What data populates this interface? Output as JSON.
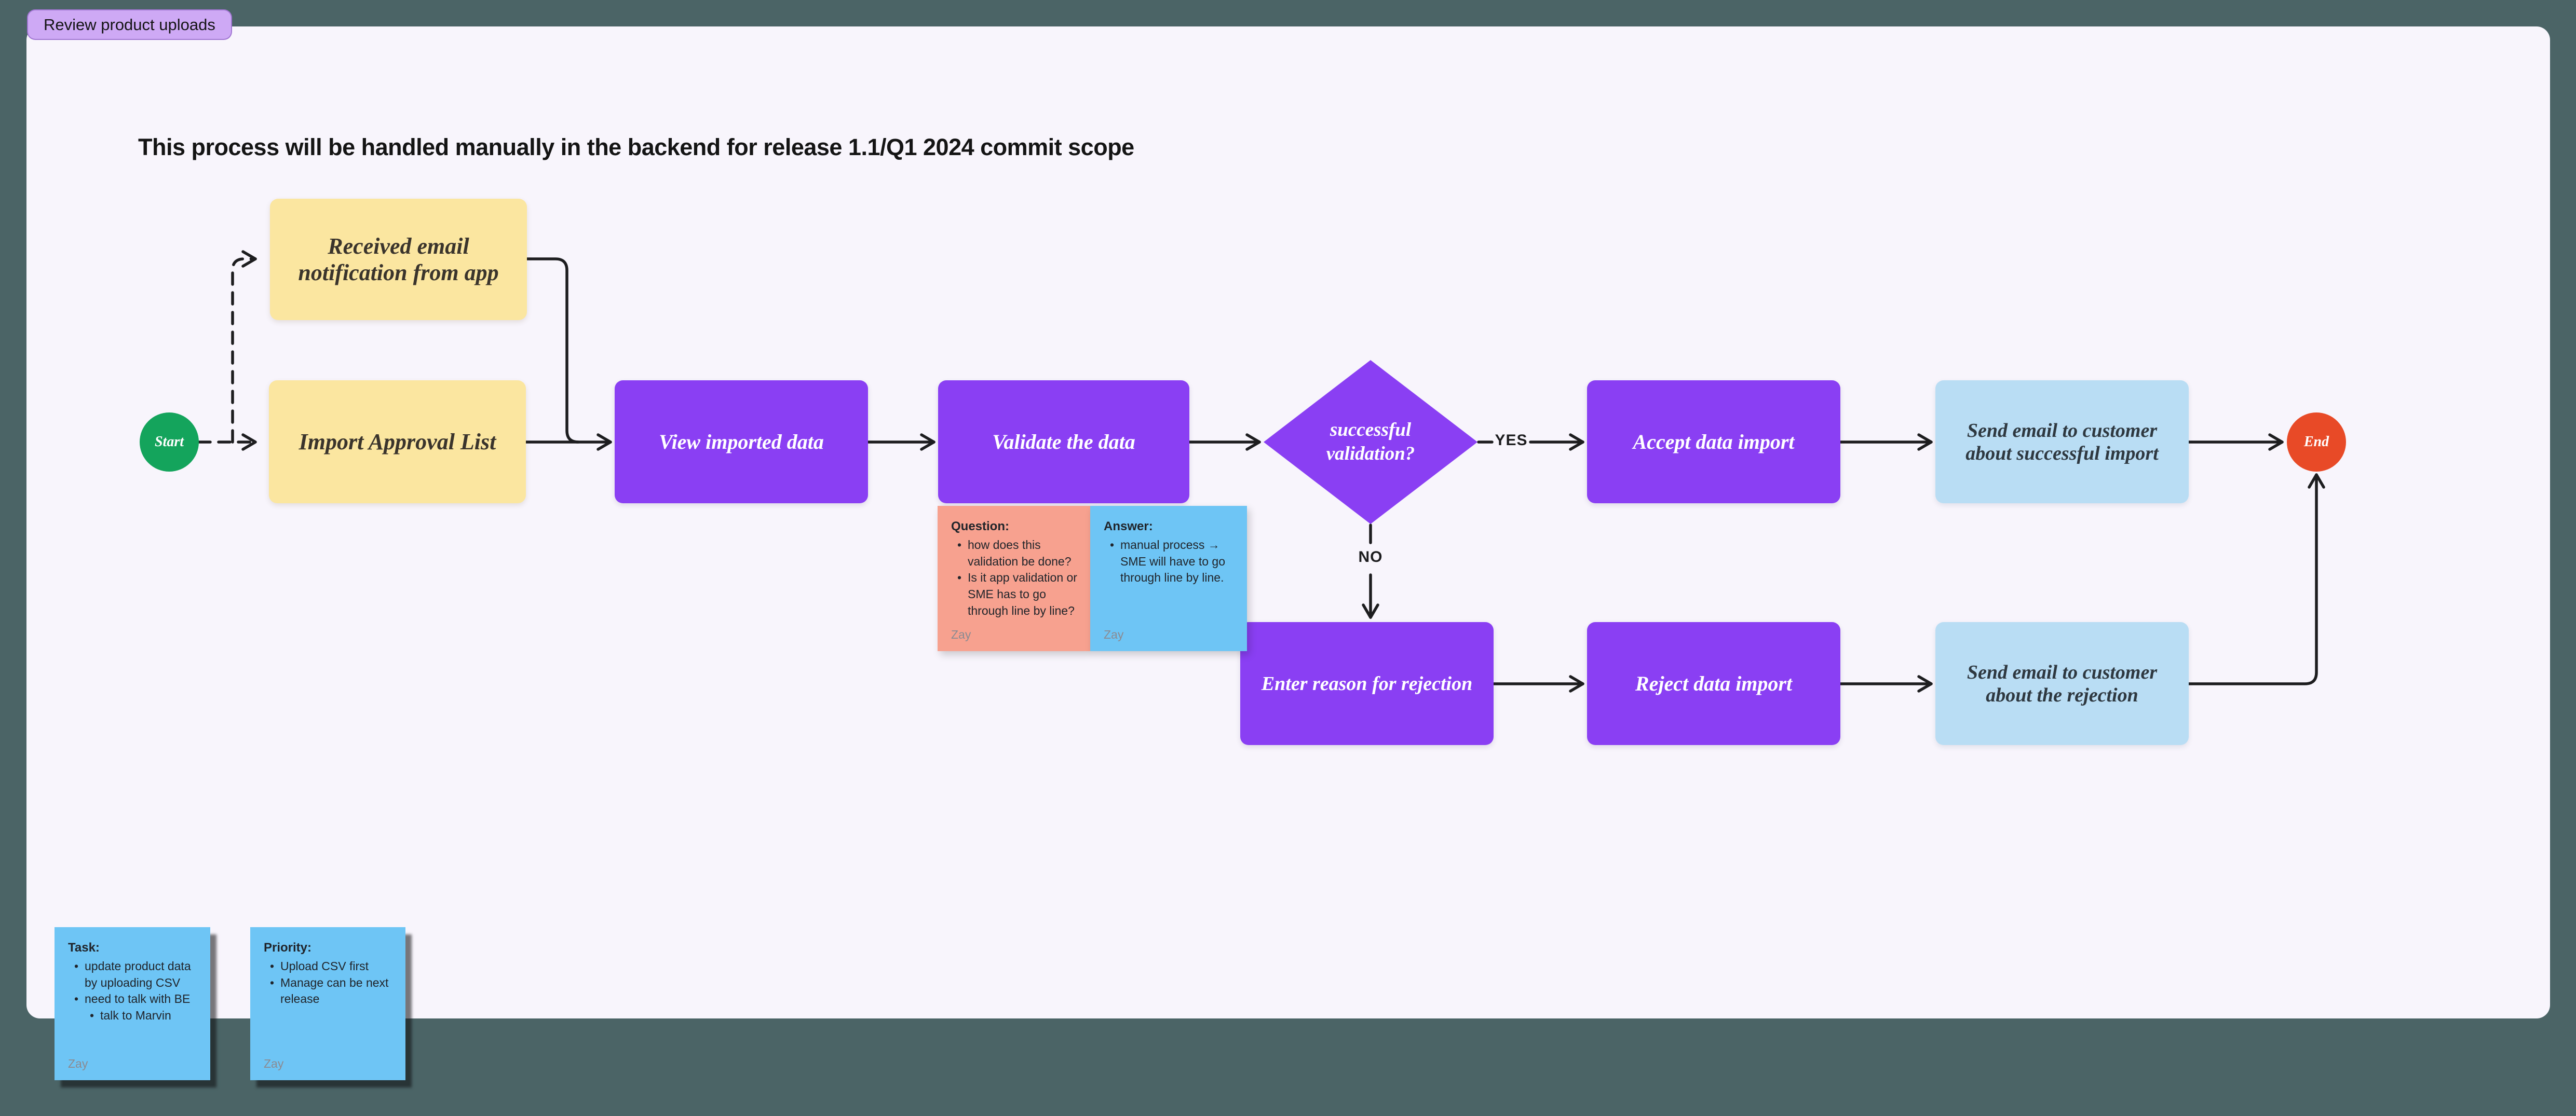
{
  "colors": {
    "background": "#4B6466",
    "canvas": "#F8F5FC",
    "node_purple": "#8A3FF3",
    "note_yellow": "#FBE6A0",
    "box_light_blue": "#B9DDF4",
    "sticky_blue": "#6EC5F5",
    "sticky_salmon": "#F7A18F",
    "start_green": "#14A45C",
    "end_red": "#E84A27",
    "connector": "#1D1D1F",
    "badge_purple": "#CEA9F5"
  },
  "page": {
    "badge": "Review product uploads",
    "title": "This process will be handled manually in the backend for release 1.1/Q1 2024 commit scope"
  },
  "flow": {
    "start": "Start",
    "end": "End",
    "yes": "YES",
    "no": "NO",
    "received_email": "Received email notification from app",
    "import_approval": "Import Approval List",
    "view_imported": "View imported data",
    "validate": "Validate the data",
    "decision": "successful validation?",
    "accept": "Accept data import",
    "email_success": "Send email to customer about successful import",
    "enter_reason": "Enter reason for rejection",
    "reject": "Reject data import",
    "email_rejection": "Send email to customer about the rejection"
  },
  "notes": {
    "question": {
      "header": "Question:",
      "bullets": [
        "how does this validation be done?",
        "Is it app validation or SME has to go through line by line?"
      ],
      "author": "Zay"
    },
    "answer": {
      "header": "Answer:",
      "bullets": [
        "manual process → SME will have to go through line by line."
      ],
      "author": "Zay"
    },
    "task": {
      "header": "Task:",
      "bullets": [
        "update product data by uploading CSV",
        "need to talk with BE"
      ],
      "sub_bullets": [
        "talk to Marvin"
      ],
      "author": "Zay"
    },
    "priority": {
      "header": "Priority:",
      "bullets": [
        "Upload CSV first",
        "Manage can be next release"
      ],
      "author": "Zay"
    }
  }
}
